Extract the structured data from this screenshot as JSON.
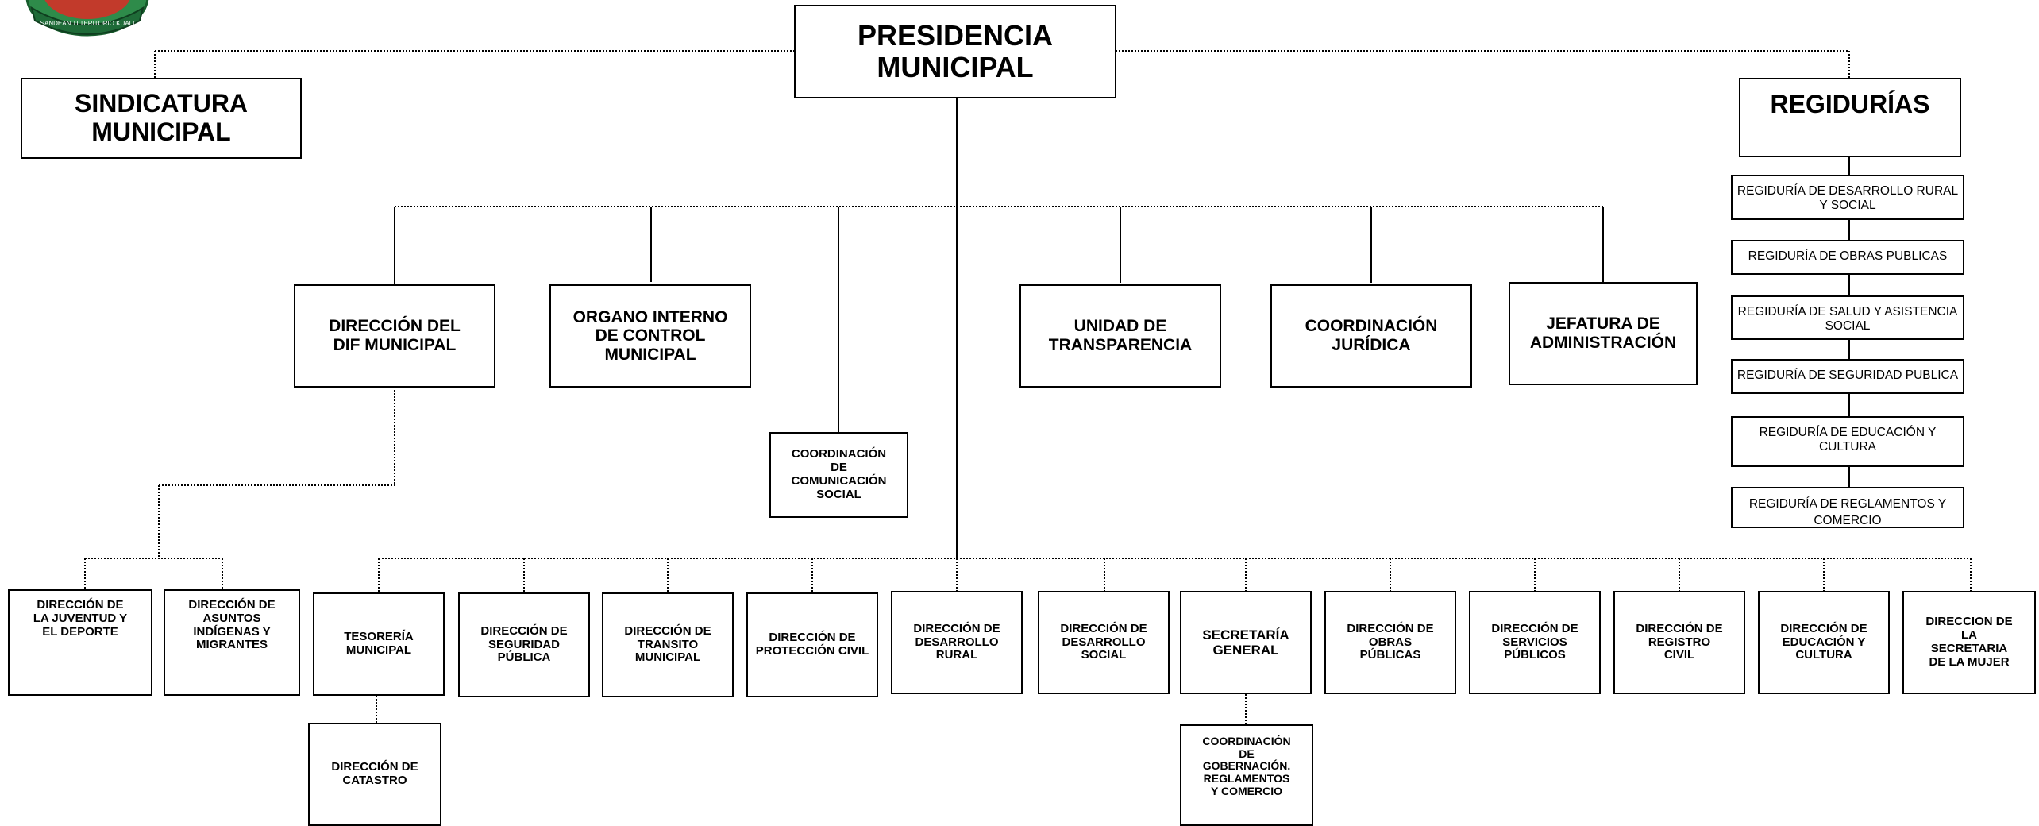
{
  "logo": {
    "text": "SANDEAN TI TERITORIO KUALI"
  },
  "top": {
    "presidencia": "PRESIDENCIA\nMUNICIPAL",
    "sindicatura": "SINDICATURA\nMUNICIPAL",
    "regidurias": "REGIDURÍAS"
  },
  "regidurias_list": [
    "REGIDURÍA DE DESARROLLO RURAL\nY SOCIAL",
    "REGIDURÍA DE OBRAS PUBLICAS",
    "REGIDURÍA DE SALUD Y ASISTENCIA\nSOCIAL",
    "REGIDURÍA DE SEGURIDAD PUBLICA",
    "REGIDURÍA DE EDUCACIÓN Y\nCULTURA",
    "REGIDURÍA DE REGLAMENTOS Y\nCOMERCIO"
  ],
  "second_level": [
    "DIRECCIÓN DEL\nDIF MUNICIPAL",
    "ORGANO INTERNO\nDE CONTROL\nMUNICIPAL",
    "COORDINACIÓN\nDE\nCOMUNICACIÓN\nSOCIAL",
    "UNIDAD DE\nTRANSPARENCIA",
    "COORDINACIÓN\nJURÍDICA",
    "JEFATURA DE\nADMINISTRACIÓN"
  ],
  "dif_children": [
    "DIRECCIÓN DE\nLA JUVENTUD Y\nEL DEPORTE",
    "DIRECCIÓN DE\nASUNTOS\nINDÍGENAS Y\nMIGRANTES"
  ],
  "departments": [
    "TESORERÍA\nMUNICIPAL",
    "DIRECCIÓN DE\nSEGURIDAD\nPÚBLICA",
    "DIRECCIÓN DE\nTRANSITO\nMUNICIPAL",
    "DIRECCIÓN DE\nPROTECCIÓN CIVIL",
    "DIRECCIÓN DE\nDESARROLLO\nRURAL",
    "DIRECCIÓN DE\nDESARROLLO\nSOCIAL",
    "SECRETARÍA\nGENERAL",
    "DIRECCIÓN DE\nOBRAS\nPÚBLICAS",
    "DIRECCIÓN DE\nSERVICIOS\nPÚBLICOS",
    "DIRECCIÓN DE\nREGISTRO\nCIVIL",
    "DIRECCIÓN DE\nEDUCACIÓN Y\nCULTURA",
    "DIRECCION DE\nLA\nSECRETARIA\nDE LA MUJER"
  ],
  "sub_departments": {
    "catastro": "DIRECCIÓN DE\nCATASTRO",
    "gobernacion": "COORDINACIÓN\nDE\nGOBERNACIÓN.\nREGLAMENTOS\nY COMERCIO"
  }
}
